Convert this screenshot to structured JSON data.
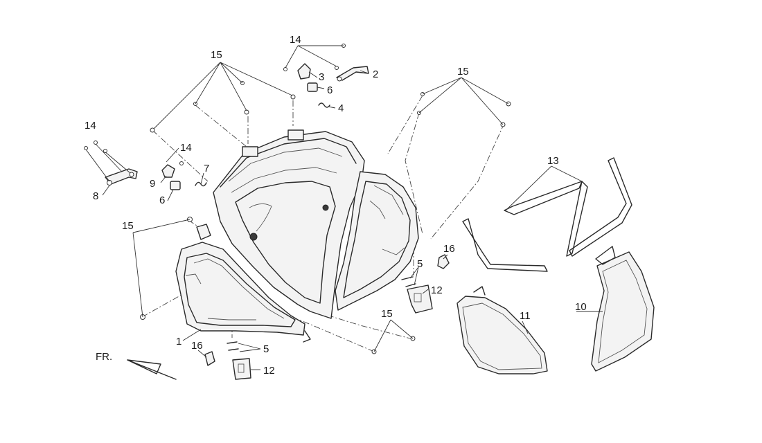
{
  "direction_label": "FR.",
  "callouts": [
    "15",
    "14",
    "3",
    "2",
    "6",
    "4",
    "15",
    "14",
    "14",
    "7",
    "9",
    "8",
    "6",
    "13",
    "15",
    "16",
    "5",
    "12",
    "10",
    "11",
    "1",
    "16",
    "5",
    "15",
    "12"
  ]
}
